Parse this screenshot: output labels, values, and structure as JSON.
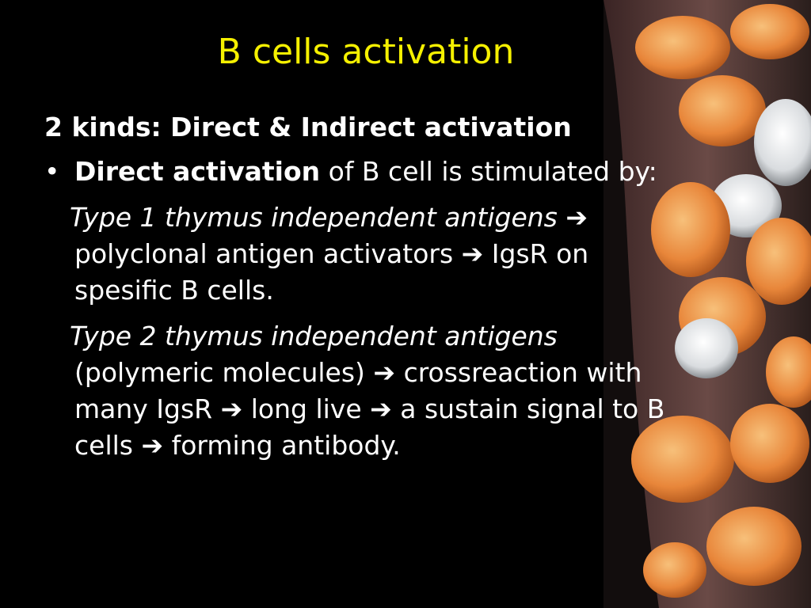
{
  "slide": {
    "title": "B cells activation",
    "heading": "2 kinds: Direct & Indirect activation",
    "bullet": {
      "marker": "•",
      "bold": "Direct activation",
      "rest": " of B cell is stimulated by:"
    },
    "type1": {
      "lead": "Type 1 thymus independent antigens",
      "arrow": "➔",
      "p1": " polyclonal antigen activators ",
      "p2": " IgsR  on spesific B cells."
    },
    "type2": {
      "lead": "Type 2 thymus independent antigens",
      "p1": "(polymeric molecules) ",
      "p2": " crossreaction with many IgsR ",
      "p3": " long live ",
      "p4": " a sustain signal to B cells ",
      "p5": " forming antibody."
    }
  },
  "colors": {
    "background": "#000000",
    "title": "#f5f000",
    "text": "#ffffff"
  }
}
